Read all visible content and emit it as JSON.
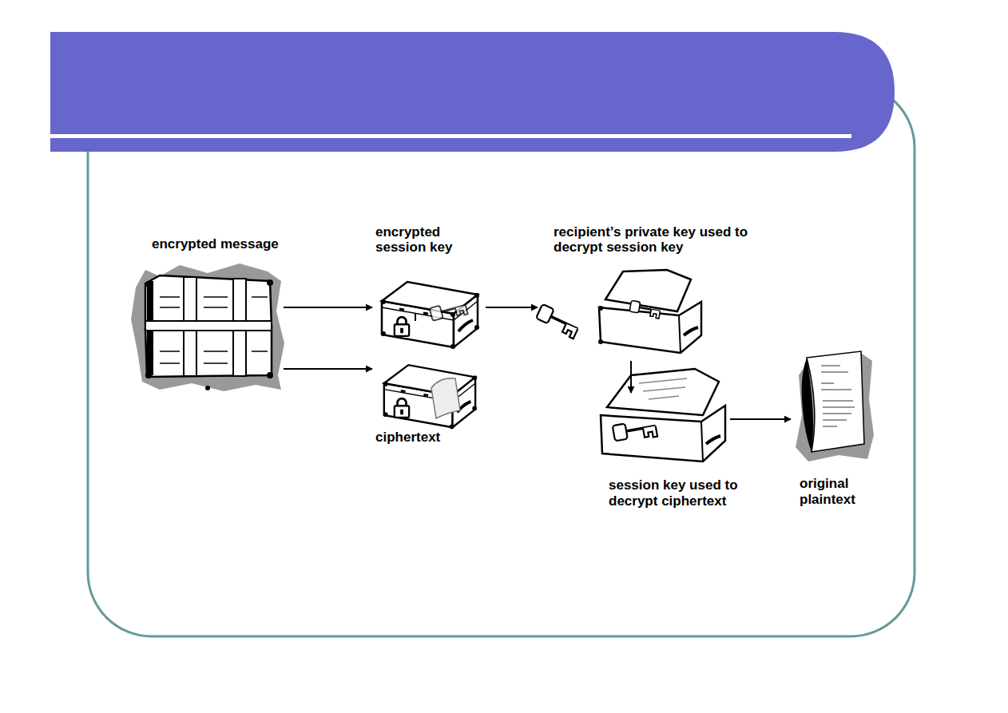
{
  "diagram": {
    "nodes": [
      {
        "text": [
          "encrypted message"
        ]
      },
      {
        "text": [
          "encrypted session key"
        ]
      },
      {
        "text": [
          "ciphertext"
        ]
      },
      {
        "text": [
          "recipient’s private key used to decrypt session key"
        ]
      },
      {
        "text": [
          "session key used to decrypt ciphertext"
        ]
      },
      {
        "text": [
          "original plaintext"
        ]
      }
    ],
    "edges": [
      {
        "from": 0,
        "to": 1,
        "arrow": "to"
      },
      {
        "from": 0,
        "to": 2,
        "arrow": "to"
      },
      {
        "from": 1,
        "to": 3,
        "arrow": "to"
      },
      {
        "from": 3,
        "to": 4,
        "arrow": "to"
      },
      {
        "from": 4,
        "to": 5,
        "arrow": "to"
      }
    ]
  }
}
